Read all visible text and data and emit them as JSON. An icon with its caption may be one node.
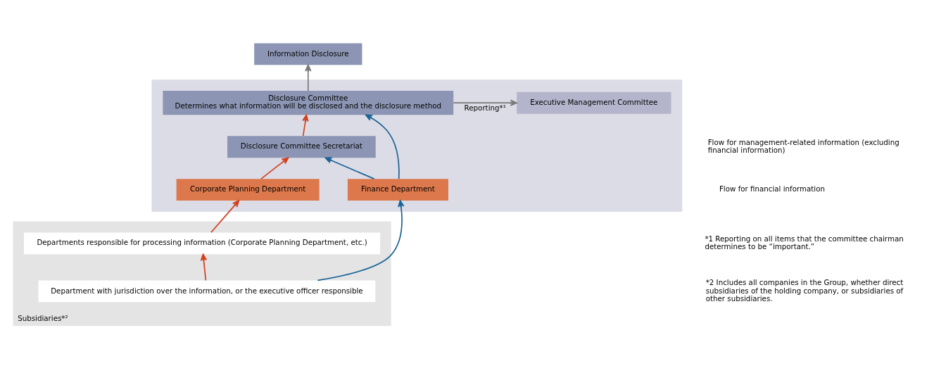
{
  "diagram": {
    "nodes": [
      {
        "text": [
          "Information Disclosure"
        ]
      },
      {
        "text": [],
        "shape": "box"
      },
      {
        "text": [
          "Disclosure Committee",
          "Determines what information will be disclosed and the disclosure method"
        ],
        "in": 1
      },
      {
        "text": [
          "Executive Management Committee"
        ],
        "in": 1
      },
      {
        "text": [
          "Disclosure Committee Secretariat"
        ],
        "in": 1
      },
      {
        "text": [
          "Corporate Planning Department"
        ],
        "in": 1
      },
      {
        "text": [
          "Finance Department"
        ],
        "in": 1
      },
      {
        "text": [
          "Subsidiaries*²"
        ]
      },
      {
        "text": [
          "Departments responsible for processing information (Corporate Planning Department, etc.)"
        ],
        "in": 7
      },
      {
        "text": [
          "Department with jurisdiction over the information, or the executive officer responsible"
        ],
        "in": 7
      }
    ],
    "edges": [
      {
        "from": 2,
        "to": 0,
        "arrow": "to",
        "color": "#7a7a7a"
      },
      {
        "from": 2,
        "to": 3,
        "arrow": "to",
        "label": "Reporting*¹",
        "color": "#7a7a7a"
      },
      {
        "from": 4,
        "to": 2,
        "arrow": "to",
        "color": "#d2401f"
      },
      {
        "from": 5,
        "to": 4,
        "arrow": "to",
        "color": "#d2401f"
      },
      {
        "from": 6,
        "to": 4,
        "arrow": "to",
        "color": "#1a6496"
      },
      {
        "from": 6,
        "to": 2,
        "arrow": "to",
        "color": "#1a6496"
      },
      {
        "from": 8,
        "to": 5,
        "arrow": "to",
        "color": "#d2401f"
      },
      {
        "from": 9,
        "to": 8,
        "arrow": "to",
        "color": "#d2401f"
      },
      {
        "from": 9,
        "to": 6,
        "arrow": "to",
        "color": "#1a6496"
      }
    ],
    "labels": [
      "*1 Reporting on all items that the committee chairman determines to be “important.”",
      "*2 Includes all companies in the Group, whether direct subsidiaries of the holding company, or subsidiaries of other subsidiaries."
    ],
    "legend": [
      {
        "text": "Flow for management-related information (excluding financial information)"
      },
      {
        "text": "Flow for financial information"
      }
    ]
  }
}
